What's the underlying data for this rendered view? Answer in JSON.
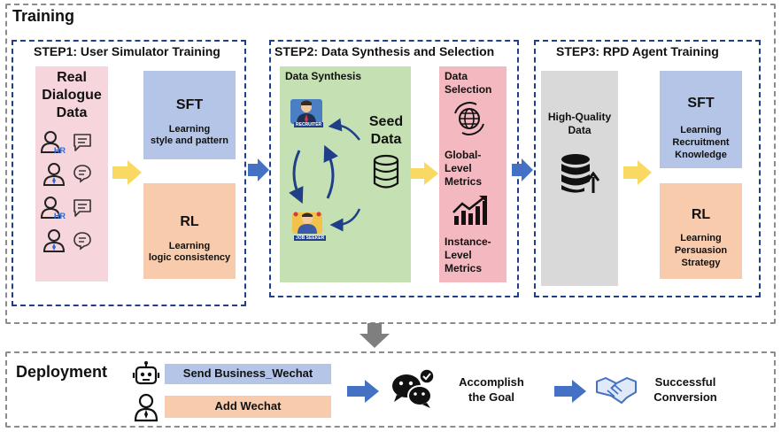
{
  "training": {
    "title": "Training",
    "step1": {
      "title": "STEP1: User Simulator Training",
      "real_data": "Real\nDialogue\nData",
      "hr_badge": "HR",
      "sft": {
        "title": "SFT",
        "desc": "Learning\nstyle and pattern"
      },
      "rl": {
        "title": "RL",
        "desc": "Learning\nlogic consistency"
      }
    },
    "step2": {
      "title": "STEP2: Data Synthesis and Selection",
      "synthesis_label": "Data Synthesis",
      "seed_data": "Seed\nData",
      "recruiter_badge": "RECRUITER",
      "jobseeker_badge": "JOB SEEKER",
      "selection_label": "Data\nSelection",
      "global_metrics": "Global-\nLevel\nMetrics",
      "instance_metrics": "Instance-\nLevel\nMetrics"
    },
    "step3": {
      "title": "STEP3: RPD Agent Training",
      "hq_data": "High-Quality\nData",
      "sft": {
        "title": "SFT",
        "desc": "Learning\nRecruitment\nKnowledge"
      },
      "rl": {
        "title": "RL",
        "desc": "Learning\nPersuasion\nStrategy"
      }
    }
  },
  "deployment": {
    "title": "Deployment",
    "action1": "Send Business_Wechat",
    "action2": "Add Wechat",
    "goal": "Accomplish\nthe Goal",
    "result": "Successful\nConversion"
  },
  "colors": {
    "pink": "#f7d5dc",
    "blue": "#b4c5e7",
    "orange": "#f8cbac",
    "green": "#c5e0b3",
    "red": "#f4b8c1",
    "grey": "#d9d9d9",
    "navy": "#1f3f8a",
    "arrow_yellow": "#f9d962",
    "arrow_blue": "#4471c4"
  }
}
